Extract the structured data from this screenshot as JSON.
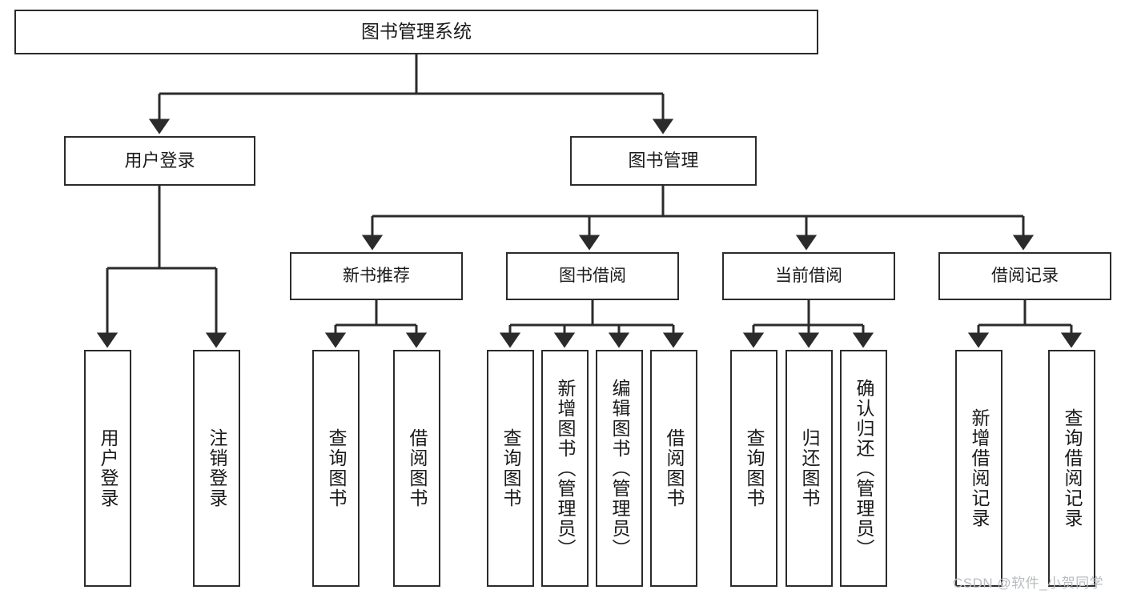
{
  "diagram": {
    "type": "tree-hierarchy",
    "title": "图书管理系统",
    "root": {
      "label": "图书管理系统"
    },
    "level2": [
      {
        "label": "用户登录"
      },
      {
        "label": "图书管理"
      }
    ],
    "level3": [
      {
        "label": "新书推荐"
      },
      {
        "label": "图书借阅"
      },
      {
        "label": "当前借阅"
      },
      {
        "label": "借阅记录"
      }
    ],
    "leaves": {
      "user_login": [
        {
          "label": "用户登录"
        },
        {
          "label": "注销登录"
        }
      ],
      "new_book_recommend": [
        {
          "label": "查询图书"
        },
        {
          "label": "借阅图书"
        }
      ],
      "book_borrow": [
        {
          "label": "查询图书"
        },
        {
          "label": "新增图书（管理员）"
        },
        {
          "label": "编辑图书（管理员）"
        },
        {
          "label": "借阅图书"
        }
      ],
      "current_borrow": [
        {
          "label": "查询图书"
        },
        {
          "label": "归还图书"
        },
        {
          "label": "确认归还（管理员）"
        }
      ],
      "borrow_record": [
        {
          "label": "新增借阅记录"
        },
        {
          "label": "查询借阅记录"
        }
      ]
    },
    "colors": {
      "border": "#2b2b2b",
      "background": "#ffffff",
      "text": "#1a1a1a",
      "watermark": "#b9bcc0"
    }
  },
  "watermark": {
    "text": "CSDN @软件_小贺同学"
  }
}
